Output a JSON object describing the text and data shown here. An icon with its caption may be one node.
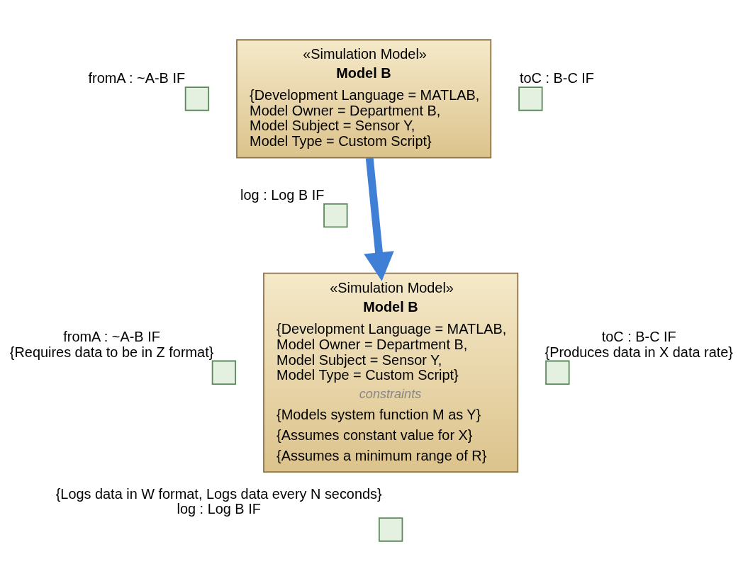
{
  "diagram": {
    "nodes": [
      {
        "text": [
          "«Simulation Model»",
          "Model B",
          "{Development Language = MATLAB, Model Owner = Department B, Model Subject = Sensor Y, Model Type = Custom Script}"
        ]
      },
      {
        "text": [],
        "shape": "box",
        "beside": [
          "fromA : ~A-B IF"
        ]
      },
      {
        "text": [],
        "shape": "box",
        "beside": [
          "toC : B-C IF"
        ]
      },
      {
        "text": [],
        "shape": "box",
        "beside": [
          "log : Log B IF"
        ]
      },
      {
        "text": [
          "«Simulation Model»",
          "Model B",
          "{Development Language = MATLAB, Model Owner = Department B, Model Subject = Sensor Y, Model Type = Custom Script}",
          "constraints",
          "{Models system function M as Y}",
          "{Assumes constant value for X}",
          "{Assumes a minimum range of R}"
        ]
      },
      {
        "text": [],
        "shape": "box",
        "beside": [
          "fromA : ~A-B IF",
          "{Requires data to be in Z format}"
        ]
      },
      {
        "text": [],
        "shape": "box",
        "beside": [
          "toC : B-C IF",
          "{Produces data in X data rate}"
        ]
      },
      {
        "text": [],
        "shape": "box",
        "beside": [
          "{Logs data in W format, Logs data every N seconds}",
          "log : Log B IF"
        ]
      }
    ],
    "edges": [
      {
        "from": 0,
        "to": 4,
        "arrow": "to",
        "color": "#3f7fd6"
      }
    ]
  }
}
